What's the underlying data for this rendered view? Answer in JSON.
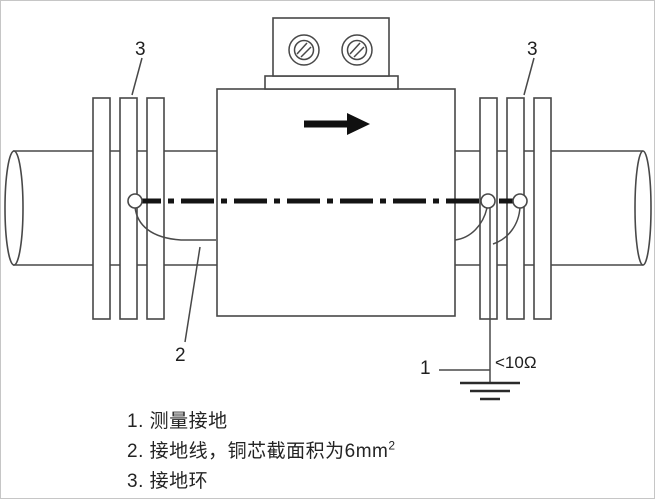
{
  "figure": {
    "callouts": {
      "left_ring": "3",
      "right_ring": "3",
      "wire": "2",
      "ground": "1",
      "resistance": "<10Ω"
    },
    "legend": {
      "item1": "1. 测量接地",
      "item2_text": "2. 接地线，铜芯截面积为6mm",
      "item2_sup": "2",
      "item3": "3. 接地环"
    }
  }
}
